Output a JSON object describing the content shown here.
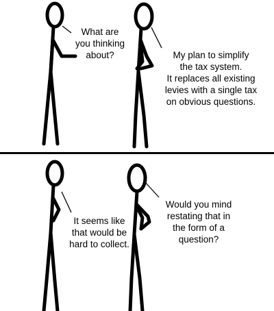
{
  "panels": [
    {
      "name": "top",
      "dialogue": [
        {
          "speaker": "left",
          "text": "What are\nyou thinking\nabout?"
        },
        {
          "speaker": "right",
          "text": "My plan to simplify\nthe tax system.\nIt replaces all existing\nlevies with a single tax\non obvious questions."
        }
      ]
    },
    {
      "name": "bottom",
      "dialogue": [
        {
          "speaker": "left",
          "text": "It seems like\nthat would be\nhard to collect."
        },
        {
          "speaker": "right",
          "text": "Would you mind\nrestating that in\nthe form of a\nquestion?"
        }
      ]
    }
  ],
  "colors": {
    "ink": "#000000",
    "background": "#ffffff"
  }
}
